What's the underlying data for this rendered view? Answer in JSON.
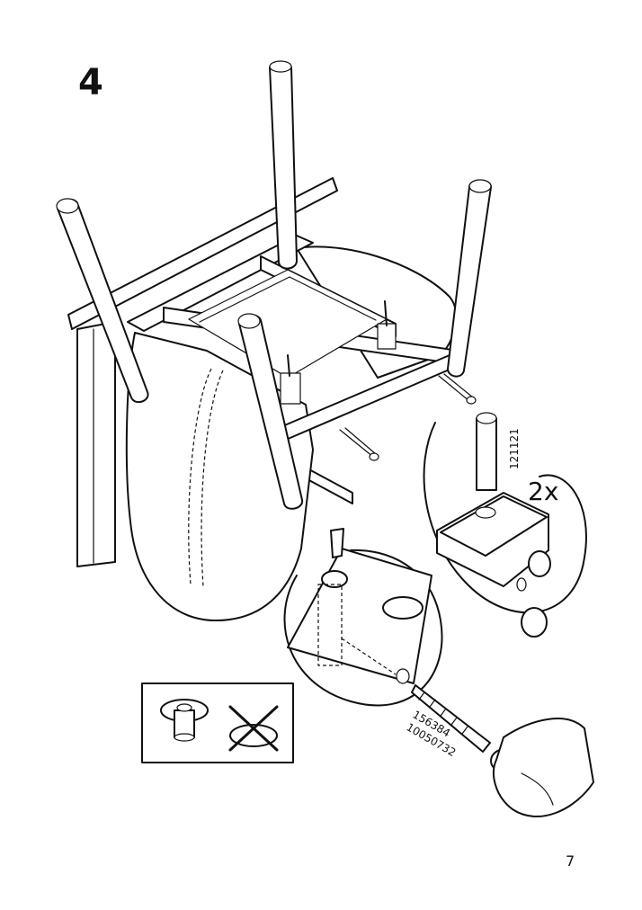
{
  "step_number": "4",
  "page_number": "7",
  "callout": {
    "quantity": "2x",
    "dowel_part_number": "121121",
    "screw_part_number": "156384",
    "screw_part_number_2": "10050732"
  }
}
